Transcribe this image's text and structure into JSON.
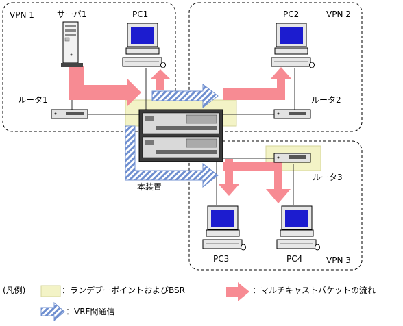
{
  "labels": {
    "vpn1": "VPN 1",
    "vpn2": "VPN 2",
    "vpn3": "VPN 3",
    "server1": "サーバ1",
    "pc1": "PC1",
    "pc2": "PC2",
    "pc3": "PC3",
    "pc4": "PC4",
    "router1": "ルータ1",
    "router2": "ルータ2",
    "router3": "ルータ3",
    "device": "本装置"
  },
  "legend": {
    "heading": "(凡例)",
    "rendezvous": "：ランデブーポイントおよびBSR",
    "multicast": "：マルチキャストパケットの流れ",
    "vrf": "：VRF間通信"
  },
  "colors": {
    "highlight": "#f3f3c6",
    "multicast_arrow": "#f78b93",
    "vrf_arrow": "#6f8fd0",
    "monitor_screen": "#1c1ccf"
  }
}
